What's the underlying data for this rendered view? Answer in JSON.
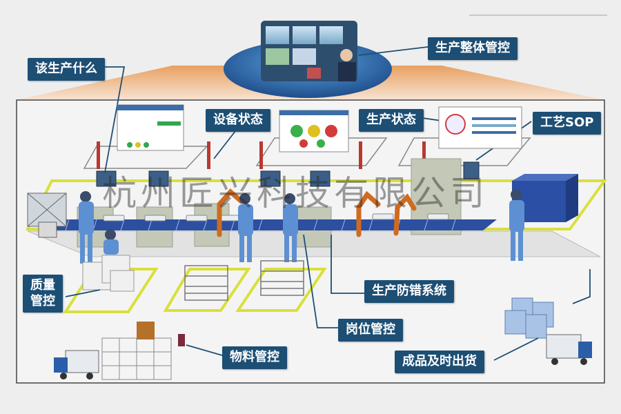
{
  "labels": {
    "overall_control": "生产整体管控",
    "what_to_produce": "该生产什么",
    "equipment_status": "设备状态",
    "production_status": "生产状态",
    "process_sop": "工艺SOP",
    "quality_control_line1": "质量",
    "quality_control_line2": "管控",
    "error_proofing": "生产防错系统",
    "station_control": "岗位管控",
    "material_control": "物料管控",
    "finished_goods_shipping": "成品及时出货"
  },
  "watermark": "杭州匠兴科技有限公司",
  "colors": {
    "callout_bg": "#1d4e74",
    "conveyor": "#2c4fa0",
    "floor_zone": "#d8e03a",
    "worker": "#5d90d2",
    "robot": "#d06a20",
    "machine": "#c3c9b6",
    "control_ellipse": "#1e63a8",
    "perspective_beam": "#e8a060"
  }
}
